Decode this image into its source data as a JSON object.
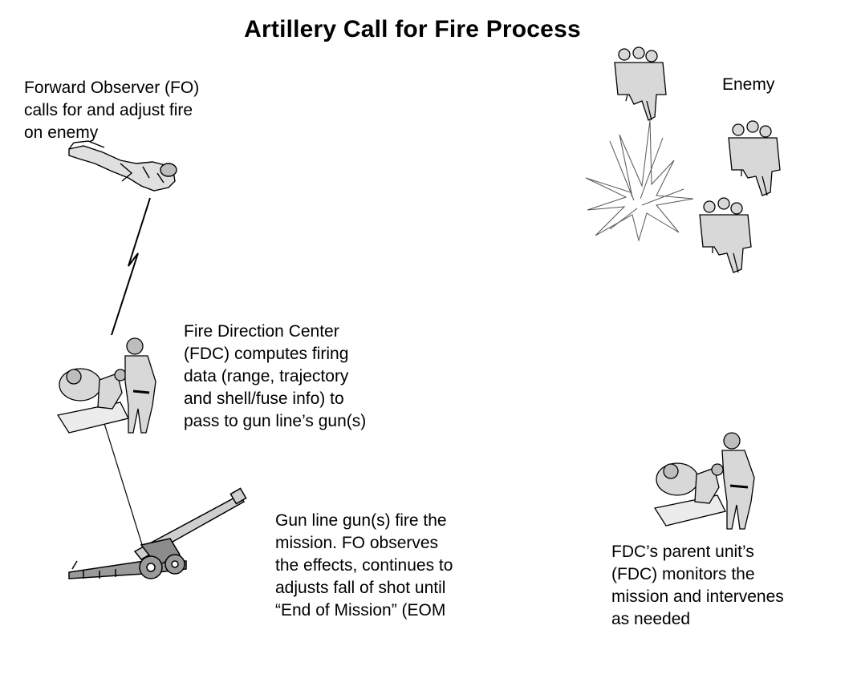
{
  "title": "Artillery Call for Fire Process",
  "labels": {
    "forward_observer": "Forward Observer (FO)\ncalls for and adjust fire\non enemy",
    "enemy": "Enemy",
    "fdc": "Fire Direction Center\n(FDC) computes firing\ndata (range, trajectory\nand shell/fuse info) to\npass to gun line’s gun(s)",
    "gun_line": "Gun line gun(s) fire the\nmission. FO observes\nthe effects, continues to\nadjusts fall of shot until\n“End of Mission” (EOM",
    "parent_unit": "FDC’s parent unit’s\n(FDC) monitors the\nmission and intervenes\nas needed"
  },
  "colors": {
    "line": "#000000",
    "figure_fill": "#d8d8d8",
    "figure_dark": "#6a6a6a"
  }
}
